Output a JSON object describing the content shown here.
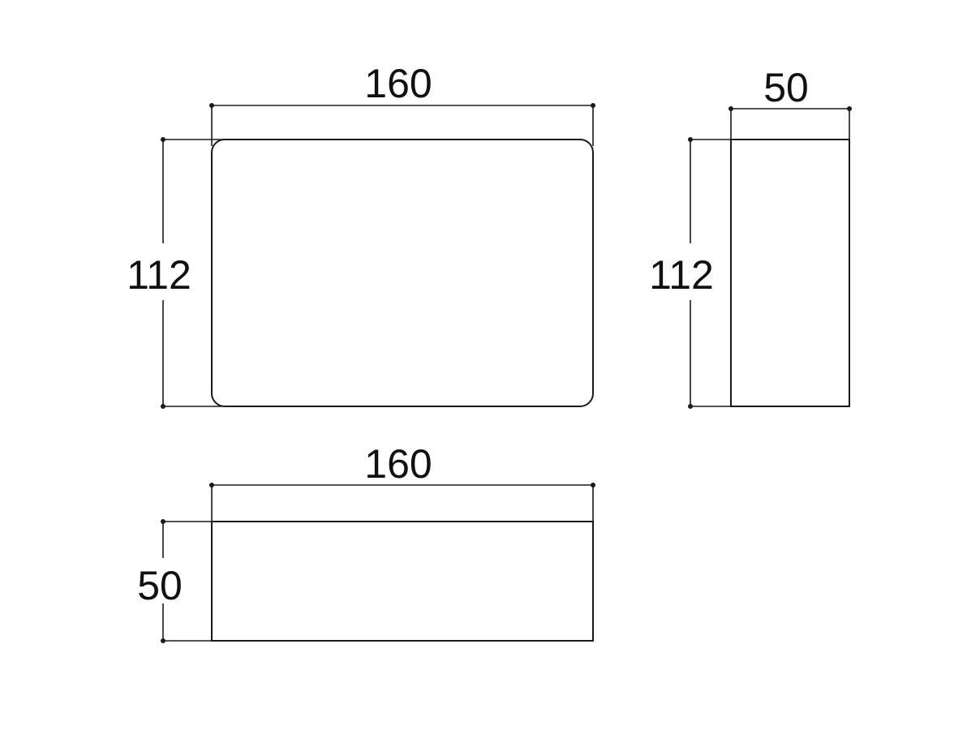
{
  "front_view": {
    "width_label": "160",
    "height_label": "112"
  },
  "side_view": {
    "width_label": "50",
    "height_label": "112"
  },
  "top_view": {
    "width_label": "160",
    "height_label": "50"
  },
  "colors": {
    "line": "#1a1a1a",
    "text": "#111111",
    "background": "#ffffff"
  }
}
